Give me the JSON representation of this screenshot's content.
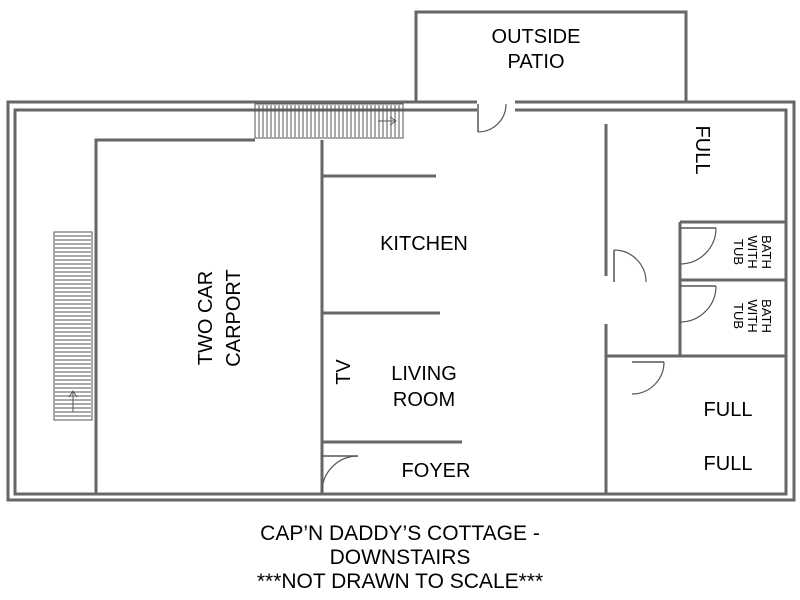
{
  "rooms": {
    "patio_line1": "OUTSIDE",
    "patio_line2": "PATIO",
    "full_top": "FULL",
    "bath_top_line1": "BATH",
    "bath_top_line2": "WITH",
    "bath_top_line3": "TUB",
    "bath_bottom_line1": "BATH",
    "bath_bottom_line2": "WITH",
    "bath_bottom_line3": "TUB",
    "kitchen": "KITCHEN",
    "carport_line1": "TWO CAR",
    "carport_line2": "CARPORT",
    "tv": "TV",
    "living_line1": "LIVING",
    "living_line2": "ROOM",
    "foyer": "FOYER",
    "full_bottom_1": "FULL",
    "full_bottom_2": "FULL"
  },
  "caption": {
    "line1": "CAP’N DADDY’S COTTAGE -",
    "line2": "DOWNSTAIRS",
    "line3": "***NOT DRAWN TO SCALE***"
  }
}
